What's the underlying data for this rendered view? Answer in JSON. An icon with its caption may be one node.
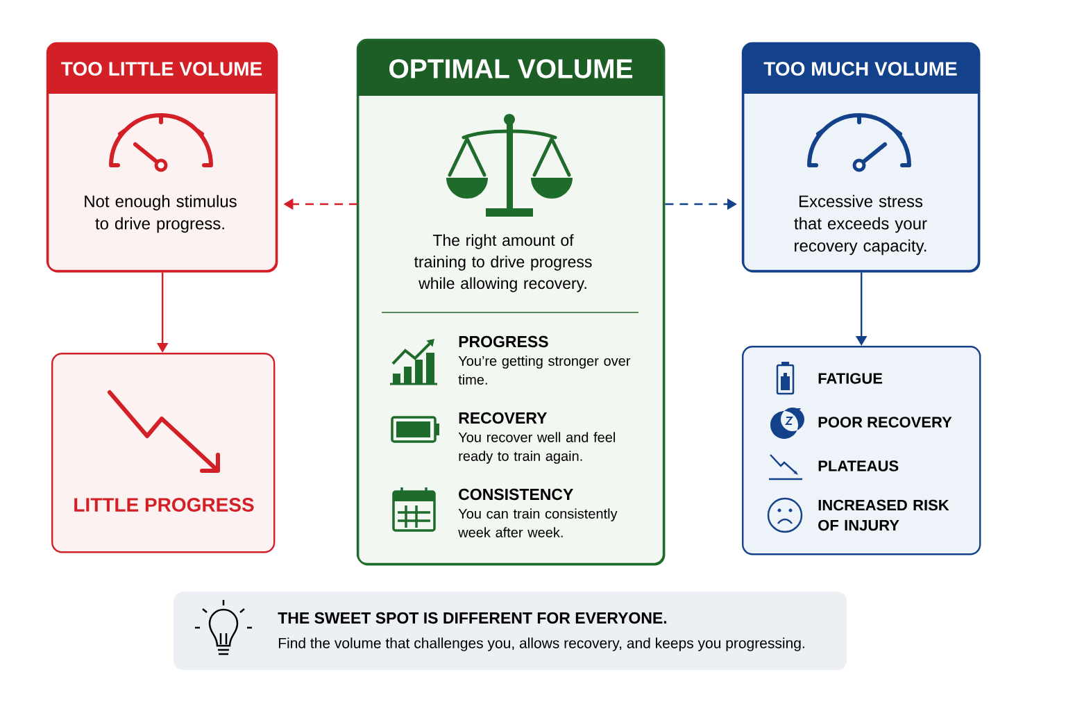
{
  "diagram": {
    "nodes": [
      {
        "text": [
          "TOO LITTLE VOLUME",
          "Not enough stimulus to drive progress."
        ]
      },
      {
        "text": [
          "OPTIMAL VOLUME",
          "The right amount of training to drive progress while allowing recovery.",
          "PROGRESS",
          "You’re getting stronger over time.",
          "RECOVERY",
          "You recover well and feel ready to train again.",
          "CONSISTENCY",
          "You can train consistently week after week."
        ]
      },
      {
        "text": [
          "TOO MUCH VOLUME",
          "Excessive stress that exceeds your recovery capacity."
        ]
      },
      {
        "text": [
          "LITTLE PROGRESS"
        ]
      },
      {
        "text": [
          "FATIGUE",
          "POOR RECOVERY",
          "PLATEAUS",
          "INCREASED RISK OF INJURY"
        ]
      },
      {
        "text": [
          "THE SWEET SPOT IS DIFFERENT FOR EVERYONE.",
          "Find the volume that challenges you, allows recovery, and keeps you progressing."
        ]
      }
    ],
    "edges": [
      {
        "from": 1,
        "to": 0,
        "arrow": "to",
        "style": "dashed",
        "color": "#d32027"
      },
      {
        "from": 1,
        "to": 2,
        "arrow": "to",
        "style": "dashed",
        "color": "#13418a"
      },
      {
        "from": 0,
        "to": 3,
        "arrow": "to",
        "color": "#d32027"
      },
      {
        "from": 2,
        "to": 4,
        "arrow": "to",
        "color": "#13418a"
      }
    ]
  }
}
